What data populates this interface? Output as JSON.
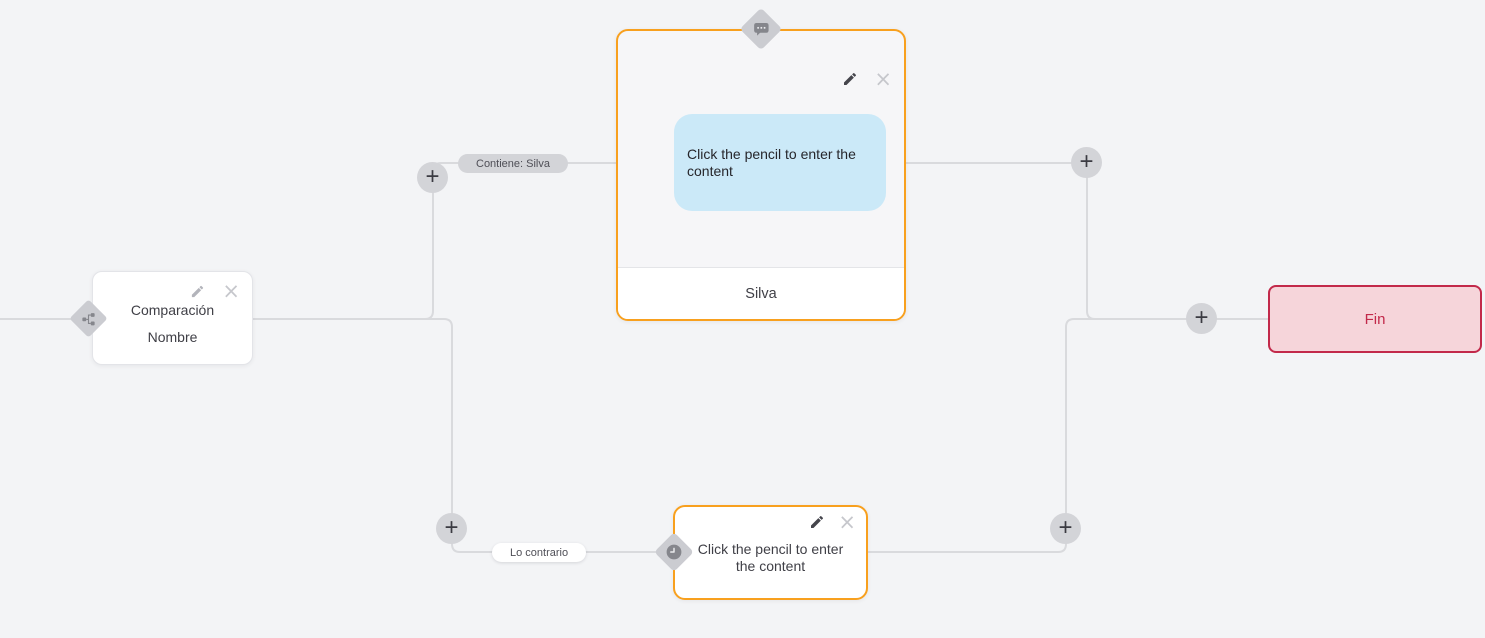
{
  "ui": {
    "plus_label": "+",
    "close_label": "×"
  },
  "edges": {
    "top_label": "Contiene: Silva",
    "bottom_label": "Lo contrario"
  },
  "nodes": {
    "comparison": {
      "title": "Comparación",
      "subtitle": "Nombre"
    },
    "message": {
      "content_placeholder": "Click the pencil to enter the content",
      "footer_label": "Silva"
    },
    "wait": {
      "content_placeholder": "Click the pencil to enter the content"
    },
    "end": {
      "label": "Fin"
    }
  },
  "icons": {
    "comparison_badge": "branch-icon",
    "message_badge": "message-dots-icon",
    "wait_badge": "clock-icon",
    "edit": "pencil-icon",
    "remove": "close-icon"
  },
  "colors": {
    "canvas_bg": "#f3f4f6",
    "wire": "#d9dadd",
    "accent_orange": "#f8a01e",
    "bubble_blue": "#cbe9f8",
    "end_bg": "#f6d5da",
    "end_accent": "#c2294a",
    "pill_gray": "#d3d4d8"
  }
}
